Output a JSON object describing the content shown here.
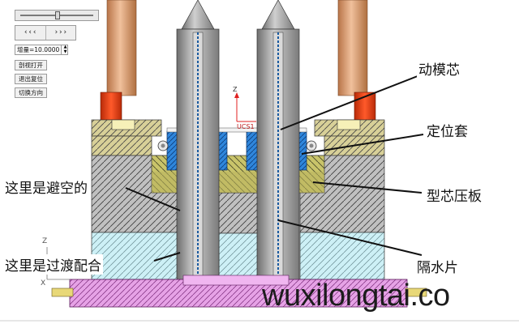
{
  "toolbar": {
    "prev_label": "‹‹‹",
    "next_label": "›››",
    "increment_value": "增量=10.0000",
    "spin_up": "▲",
    "spin_down": "▼",
    "section_open_label": "剖视打开",
    "exit_reset_label": "退出复位",
    "switch_direction_label": "切换方向"
  },
  "slider": {
    "level": 0.5
  },
  "callouts": {
    "moving_core": "动模芯",
    "locating_sleeve": "定位套",
    "core_press_plate": "型芯压板",
    "avoid_clearance": "这里是避空的",
    "transition_fit": "这里是过渡配合",
    "water_baffle": "隔水片"
  },
  "ucs": {
    "origin_label": "UCS1",
    "z_label": "Z"
  },
  "corner_axis": {
    "z_label": "Z",
    "x_label": "X"
  },
  "watermark": "wuxilongtai.co",
  "colors": {
    "copper": "#d89a6e",
    "red_block": "#e03c14",
    "hatch_yellow": "#d8d098",
    "hatch_grey": "#bdbdbd",
    "hatch_cyan": "#c8eef4",
    "blue_sleeve": "#2a7fd6",
    "olive": "#b6b15a",
    "steel": "#9a9a9a",
    "magenta_plate": "#e6a0e6"
  }
}
